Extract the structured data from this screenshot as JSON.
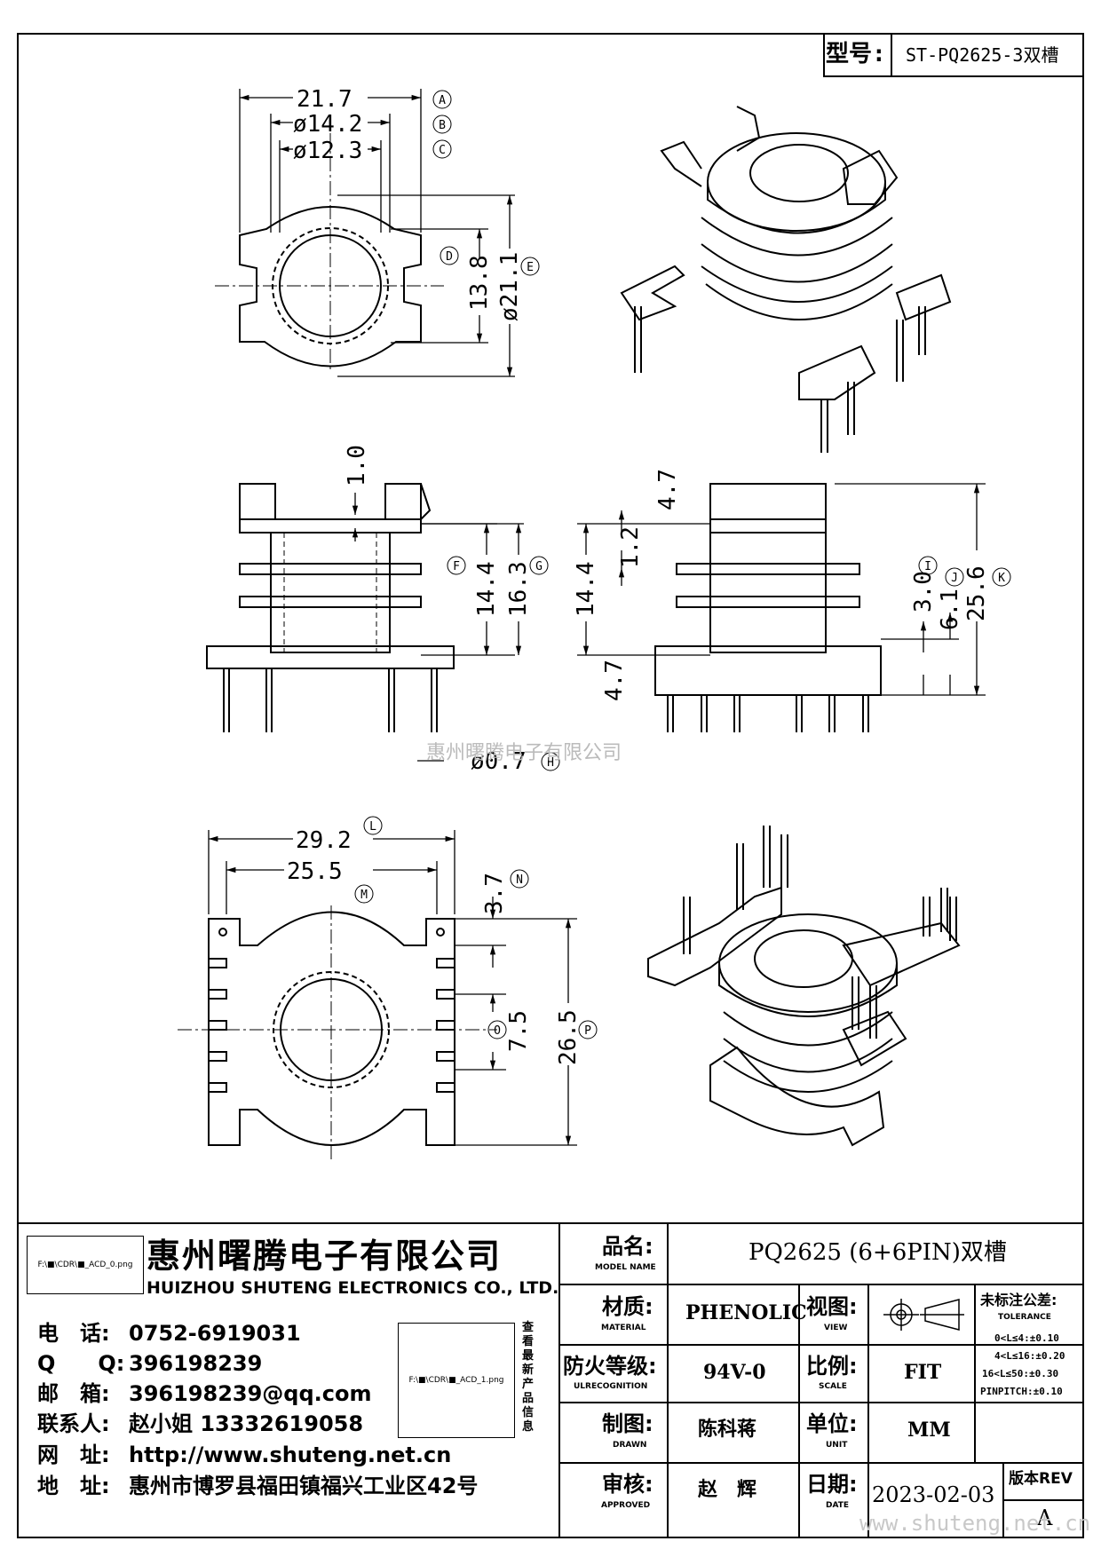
{
  "header": {
    "model_label": "型号:",
    "model_value": "ST-PQ2625-3双槽"
  },
  "dimensions": {
    "top_view": {
      "d_a": "21.7",
      "d_b": "ø14.2",
      "d_c": "ø12.3",
      "d_d": "13.8",
      "d_e": "ø21.1",
      "m_a": "A",
      "m_b": "B",
      "m_c": "C",
      "m_d": "D",
      "m_e": "E"
    },
    "front_view": {
      "d_gap": "1.0",
      "d_f": "14.4",
      "d_g": "16.3",
      "d_h": "ø0.7",
      "m_f": "F",
      "m_g": "G",
      "m_h": "H"
    },
    "side_view": {
      "d_top": "4.7",
      "d_slot": "1.2",
      "d_inner": "14.4",
      "d_bottom": "4.7",
      "d_i": "3.0",
      "d_j": "6.1",
      "d_k": "25.6",
      "m_i": "I",
      "m_j": "J",
      "m_k": "K"
    },
    "bottom_view": {
      "d_l": "29.2",
      "d_m": "25.5",
      "d_n": "3.7",
      "d_o": "7.5",
      "d_p": "26.5",
      "m_l": "L",
      "m_m": "M",
      "m_n": "N",
      "m_o": "O",
      "m_p": "P"
    }
  },
  "watermark_mid": "惠州曙腾电子有限公司",
  "company": {
    "logo_file": "F:\\■\\CDR\\■_ACD_0.png",
    "name_cn": "惠州曙腾电子有限公司",
    "name_en": "HUIZHOU SHUTENG ELECTRONICS CO., LTD.",
    "phone_label": "电　话:",
    "phone": "0752-6919031",
    "qq_label": "Q　　Q:",
    "qq": "396198239",
    "email_label": "邮　箱:",
    "email": "396198239@qq.com",
    "contact_label": "联系人:",
    "contact": "赵小姐 13332619058",
    "web_label": "网　址:",
    "web": "http://www.shuteng.net.cn",
    "address_label": "地　址:",
    "address": "惠州市博罗县福田镇福兴工业区42号",
    "qr_file": "F:\\■\\CDR\\■_ACD_1.png",
    "qr_caption": "查看最新产品信息"
  },
  "titleblock": {
    "model_name_label": "品名:",
    "model_name_en": "MODEL NAME",
    "model_name": "PQ2625 (6+6PIN)双槽",
    "material_label": "材质:",
    "material_en": "MATERIAL",
    "material": "PHENOLIC",
    "view_label": "视图:",
    "view_en": "VIEW",
    "fire_label": "防火等级:",
    "fire_en": "ULRECOGNITION",
    "fire": "94V-0",
    "scale_label": "比例:",
    "scale_en": "SCALE",
    "scale": "FIT",
    "drawn_label": "制图:",
    "drawn_en": "DRAWN",
    "drawn": "陈科蒋",
    "unit_label": "单位:",
    "unit_en": "UNIT",
    "unit": "MM",
    "approved_label": "审核:",
    "approved_en": "APPROVED",
    "approved": "赵　辉",
    "date_label": "日期:",
    "date_en": "DATE",
    "date": "2023-02-03",
    "tolerance_label": "未标注公差:",
    "tolerance_en": "TOLERANCE",
    "tolerance_lines": [
      "0<L≤4:±0.10",
      "4<L≤16:±0.20",
      "16<L≤50:±0.30",
      "PINPITCH:±0.10"
    ],
    "rev_label": "版本REV",
    "rev": "A"
  },
  "watermark_bottom": "www.shuteng.net.cn"
}
